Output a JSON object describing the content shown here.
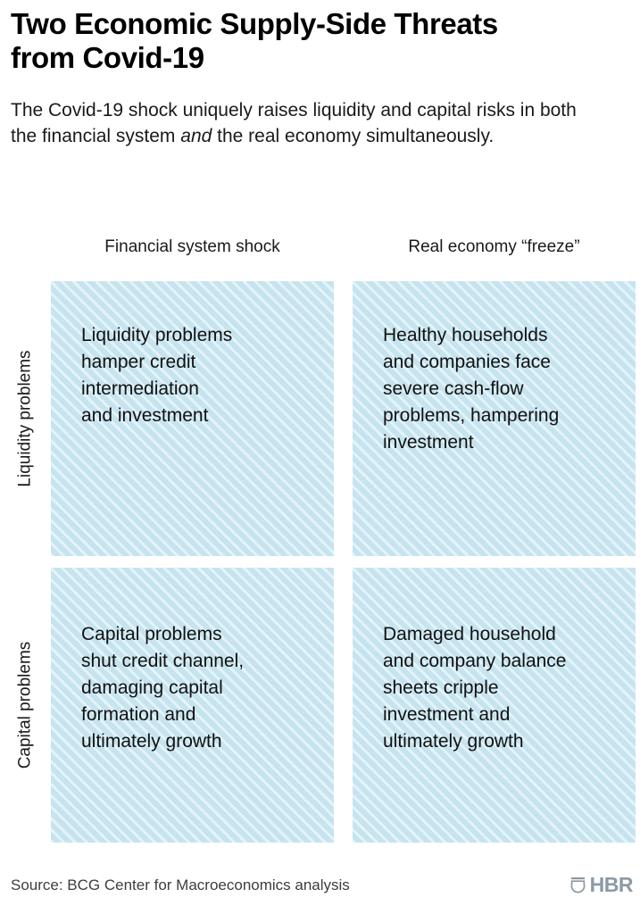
{
  "header": {
    "title": "Two Economic Supply-Side Threats from Covid-19",
    "subtitle_part1": "The Covid-19 shock uniquely raises liquidity and capital risks in both the financial system ",
    "subtitle_emphasis": "and",
    "subtitle_part2": " the real economy simultaneously."
  },
  "matrix": {
    "column_headers": [
      "Financial system shock",
      "Real economy “freeze”"
    ],
    "row_labels": [
      "Liquidity problems",
      "Capital problems"
    ],
    "cells": [
      [
        "Liquidity problems\nhamper credit\nintermediation\nand investment",
        "Healthy households\nand companies face\nsevere cash-flow\nproblems, hampering\ninvestment"
      ],
      [
        "Capital problems\nshut credit channel,\ndamaging capital\nformation and\nultimately growth",
        "Damaged household\nand company balance\nsheets cripple\ninvestment and\nultimately growth"
      ]
    ],
    "cell_fill_color": "#c5e4f0"
  },
  "footer": {
    "source": "Source: BCG Center for Macroeconomics analysis",
    "logo_text": "HBR",
    "logo_color": "#8d99a4"
  }
}
